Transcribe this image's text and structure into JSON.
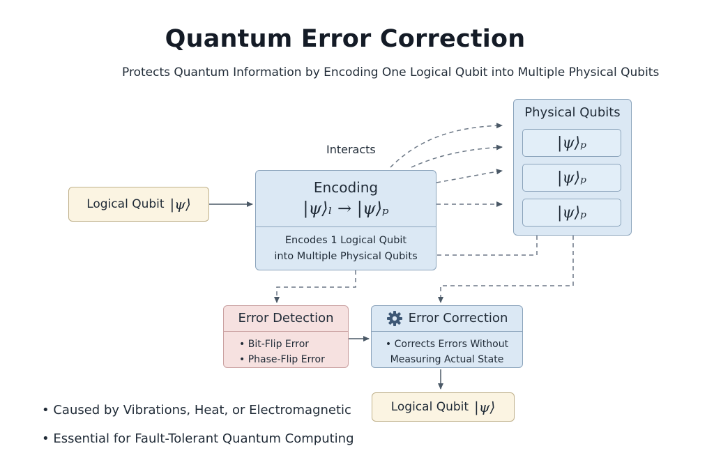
{
  "title": "Quantum Error Correction",
  "subtitle": "Protects Quantum Information by Encoding One Logical Qubit into Multiple Physical Qubits",
  "input_qubit": {
    "label": "Logical Qubit",
    "state": "|ψ⟩"
  },
  "encoding": {
    "title": "Encoding",
    "formula": "|ψ⟩ₗ → |ψ⟩ₚ",
    "desc_line1": "Encodes 1 Logical Qubit",
    "desc_line2": "into Multiple Physical Qubits"
  },
  "interacts_label": "Interacts",
  "physical_qubits": {
    "title": "Physical Qubits",
    "items": [
      "|ψ⟩ₚ",
      "|ψ⟩ₚ",
      "|ψ⟩ₚ"
    ]
  },
  "error_detection": {
    "title": "Error Detection",
    "items": [
      "• Bit-Flip Error",
      "• Phase-Flip Error"
    ]
  },
  "error_correction": {
    "title": "Error Correction",
    "line1": "• Corrects Errors Without",
    "line2": "Measuring Actual State"
  },
  "output_qubit": {
    "label": "Logical Qubit",
    "state": "|ψ⟩"
  },
  "bullets": [
    "• Caused by Vibrations, Heat, or Electromagnetic",
    "• Essential for Fault-Tolerant Quantum Computing"
  ],
  "colors": {
    "cream": "#fbf4e2",
    "blue": "#dbe8f4",
    "pink": "#f6e1e0",
    "arrow": "#4a5866"
  }
}
